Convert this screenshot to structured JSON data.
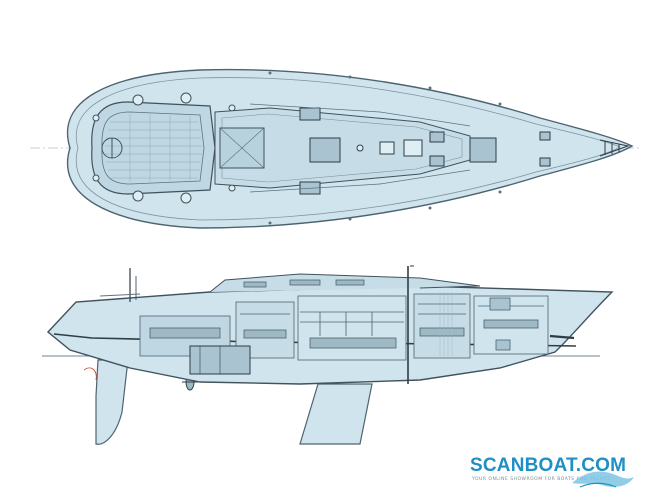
{
  "drawing": {
    "views": [
      "deck-plan",
      "profile-section"
    ],
    "colors": {
      "hull_fill": "#cfe4ec",
      "line": "#5d7280",
      "dark_line": "#2f3d47",
      "hatch": "#9fb9c4",
      "red_accent": "#c74a3a"
    }
  },
  "watermark": {
    "brand": "SCANBOAT.COM",
    "tagline": "YOUR ONLINE SHOWROOM FOR BOATS AND YACHTS",
    "colors": {
      "brand": "#1f8fc4",
      "wave": "#7cc6e4"
    }
  }
}
